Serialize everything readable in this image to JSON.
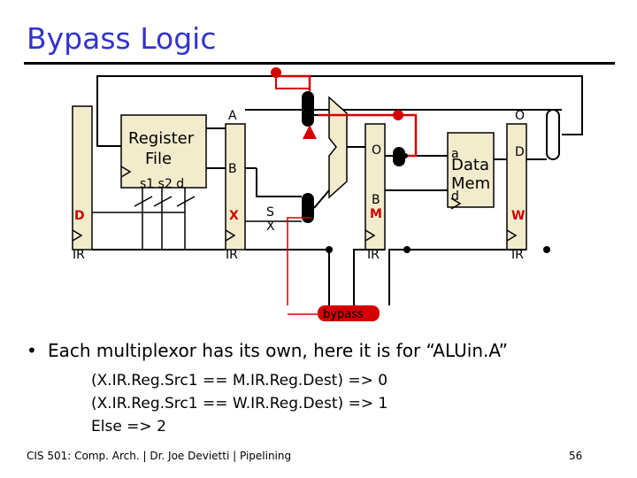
{
  "slide": {
    "title": "Bypass Logic",
    "bullet": "Each multiplexor has its own, here it is for “ALUin.A”",
    "conditions": [
      "(X.IR.Reg.Src1 == M.IR.Reg.Dest) => 0",
      "(X.IR.Reg.Src1 == W.IR.Reg.Dest) => 1",
      "Else => 2"
    ],
    "footer": "CIS 501: Comp. Arch.  |  Dr. Joe Devietti  |  Pipelining",
    "page_number": "56"
  },
  "diagram": {
    "register_file": {
      "line1": "Register",
      "line2": "File",
      "ports": "s1 s2  d"
    },
    "labels": {
      "D": "D",
      "IR_D": "IR",
      "A": "A",
      "B_x": "B",
      "X": "X",
      "IR_X": "IR",
      "SX": "S",
      "SX2": "X",
      "O_m": "O",
      "B_m": "B",
      "M": "M",
      "IR_M": "IR",
      "a": "a",
      "data": "Data",
      "mem": "Mem",
      "d": "d",
      "O_w": "O",
      "D_w": "D",
      "W": "W",
      "IR_W": "IR",
      "bypass": "bypass"
    },
    "colors": {
      "bypass": "#d40000",
      "stage_tag": "#d40000",
      "latch": "#f2eccd"
    }
  }
}
